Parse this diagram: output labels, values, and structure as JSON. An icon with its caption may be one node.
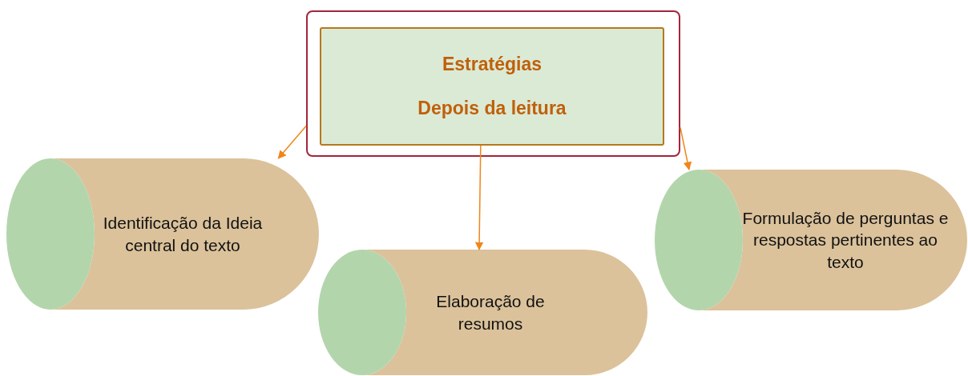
{
  "diagram": {
    "nodes": [
      {
        "text": [],
        "shape": "box"
      },
      {
        "text": [
          "Estratégias",
          "Depois da leitura"
        ],
        "in": 0
      },
      {
        "text": [
          "Identificação da Ideia central do texto"
        ]
      },
      {
        "text": [
          "Elaboração de resumos"
        ]
      },
      {
        "text": [
          "Formulação de perguntas e respostas pertinentes ao texto"
        ]
      }
    ],
    "edges": [
      {
        "from": 0,
        "to": 2,
        "arrow": "to"
      },
      {
        "from": 1,
        "to": 3,
        "arrow": "to"
      },
      {
        "from": 0,
        "to": 4,
        "arrow": "to"
      }
    ]
  }
}
